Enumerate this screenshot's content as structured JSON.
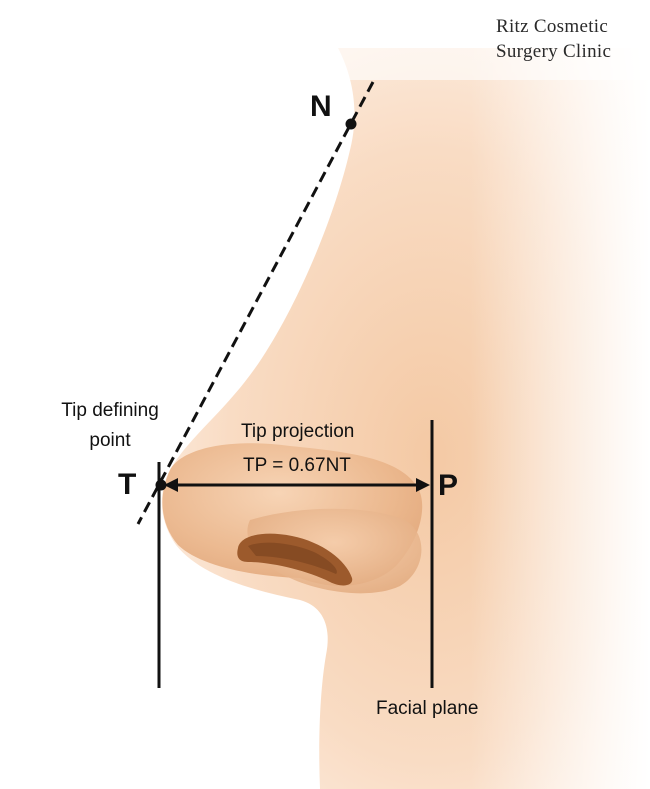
{
  "brand": {
    "line1": "Ritz Cosmetic",
    "line2": "Surgery Clinic"
  },
  "points": {
    "n": "N",
    "t": "T",
    "p": "P"
  },
  "labels": {
    "tip_defining_line1": "Tip defining",
    "tip_defining_line2": "point",
    "tip_projection": "Tip projection",
    "formula": "TP = 0.67NT",
    "facial_plane": "Facial plane"
  },
  "colors": {
    "skin_light": "#fbe3cf",
    "skin_mid": "#f2c39c",
    "skin_dark": "#e7a879",
    "nostril": "#9c5a2c",
    "line": "#111111"
  }
}
